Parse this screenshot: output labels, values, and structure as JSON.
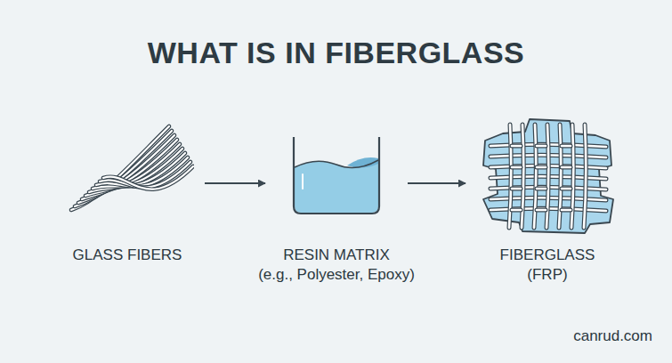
{
  "diagram": {
    "title": "WHAT IS IN FIBERGLASS",
    "nodes": [
      {
        "text": [
          "GLASS FIBERS"
        ]
      },
      {
        "text": [
          "RESIN MATRIX",
          "(e.g., Polyester, Epoxy)"
        ]
      },
      {
        "text": [
          "FIBERGLASS",
          "(FRP)"
        ]
      }
    ],
    "edges": [
      {
        "from": 0,
        "to": 1,
        "arrow": "to"
      },
      {
        "from": 1,
        "to": 2,
        "arrow": "to"
      }
    ],
    "labels": [
      "canrud.com"
    ]
  }
}
